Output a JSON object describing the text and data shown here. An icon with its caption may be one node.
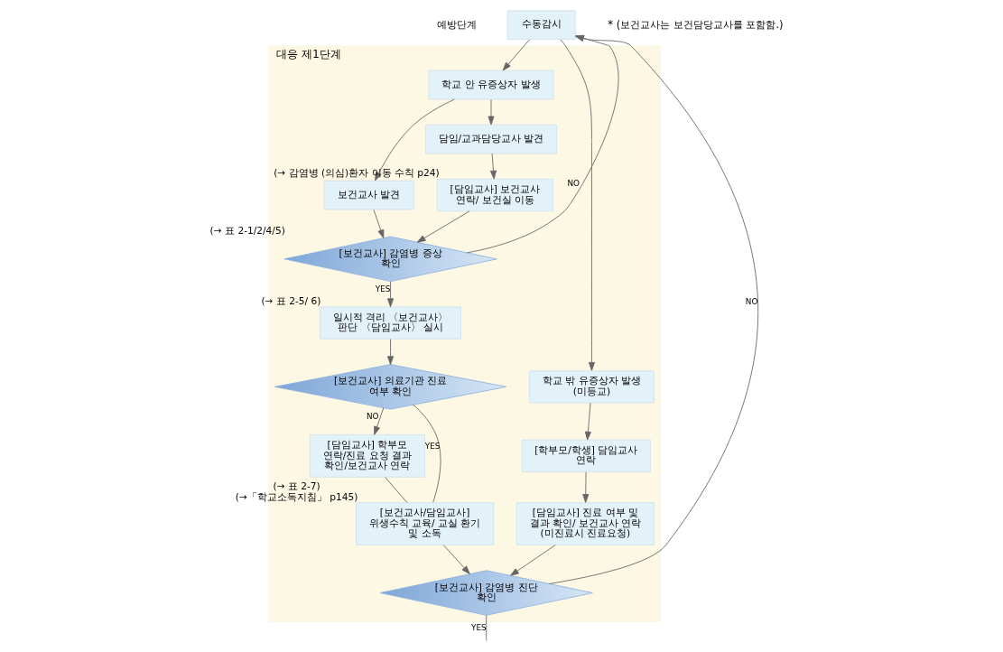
{
  "diagram": {
    "nodes": [
      {
        "text": [
          "수동감시"
        ]
      },
      {
        "text": [
          "대응 제1단계"
        ]
      },
      {
        "text": [
          "학교 안 유증상자 발생"
        ],
        "in": 1
      },
      {
        "text": [
          "학교 밖 유증상자 발생 (미등교)"
        ],
        "in": 1
      },
      {
        "text": [
          "보건교사 발견"
        ],
        "in": 1
      },
      {
        "text": [
          "담임/교과담당교사 발견"
        ],
        "in": 1
      },
      {
        "text": [
          "[학부모/학생] 담임교사 연락"
        ],
        "in": 1
      },
      {
        "text": [
          "[보건교사] 감염병 증상 확인"
        ],
        "in": 1,
        "beside": [
          "(→ 표 2-1/2/4/5)"
        ]
      },
      {
        "text": [
          "[담임교사] 보건교사 연락/ 보건실 이동"
        ],
        "in": 1,
        "beside": [
          "(→ 감염병 (의심)환자 이동 수칙 p24)"
        ]
      },
      {
        "text": [
          "[담임교사] 진료 여부 및 결과 확인/ 보건교사 연락 (미진료시 진료요청)"
        ],
        "in": 1
      },
      {
        "text": [
          "일시적 격리 〈보건교사〉 판단 〈담임교사〉 실시"
        ],
        "in": 1,
        "beside": [
          "(→ 표 2-5/ 6)"
        ]
      },
      {
        "text": [
          "[보건교사] 의료기관 진료 여부 확인"
        ],
        "in": 1
      },
      {
        "text": [
          "[담임교사] 학부모 연락/진료 요청 결과 확인/보건교사 연락"
        ],
        "in": 1
      },
      {
        "text": [
          "[보건교사/담임교사] 위생수칙 교육/ 교실 환기 및 소독"
        ],
        "in": 1,
        "beside": [
          "(→ 표 2-7)",
          "(→「학교소독지침」 p145)"
        ]
      },
      {
        "text": [
          "[보건교사] 감염병 진단 확인"
        ],
        "in": 1
      }
    ],
    "edges": [
      {
        "from": 0,
        "to": 2,
        "arrow": "to"
      },
      {
        "from": 0,
        "to": 3,
        "arrow": "to"
      },
      {
        "from": 2,
        "to": 4,
        "arrow": "to"
      },
      {
        "from": 2,
        "to": 5,
        "arrow": "to"
      },
      {
        "from": 3,
        "to": 6,
        "arrow": "to"
      },
      {
        "from": 6,
        "to": 9,
        "arrow": "to"
      },
      {
        "from": 4,
        "to": 7,
        "arrow": "to"
      },
      {
        "from": 5,
        "to": 8,
        "arrow": "to"
      },
      {
        "from": 8,
        "to": 7,
        "arrow": "to"
      },
      {
        "from": 7,
        "to": 0,
        "arrow": "to",
        "label": "NO"
      },
      {
        "from": 7,
        "to": 10,
        "arrow": "to",
        "label": "YES"
      },
      {
        "from": 10,
        "to": 11,
        "arrow": "to"
      },
      {
        "from": 11,
        "to": 12,
        "arrow": "to",
        "label": "NO"
      },
      {
        "from": 11,
        "to": 13,
        "arrow": "none",
        "label": "YES"
      },
      {
        "from": 12,
        "to": 13,
        "arrow": "none"
      },
      {
        "from": 13,
        "to": 14,
        "arrow": "to"
      },
      {
        "from": 9,
        "to": 14,
        "arrow": "to"
      },
      {
        "from": 14,
        "to": 0,
        "arrow": "to",
        "label": "NO"
      },
      {
        "from": 14,
        "to": null,
        "arrow": "none",
        "label": "YES"
      }
    ],
    "labels": [
      "예방단계",
      "* (보건교사는 보건담당교사를 포함함.)"
    ]
  }
}
